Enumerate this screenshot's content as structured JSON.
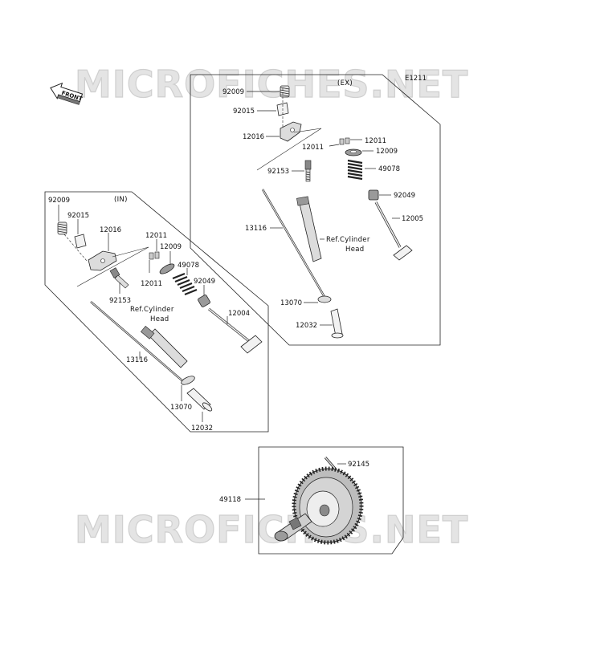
{
  "watermark": {
    "text": "MICROFICHES.NET"
  },
  "front_arrow": {
    "label": "FRONT"
  },
  "figure_code": "E1211",
  "exhaust_group": {
    "title": "(EX)",
    "ref_label_line1": "Ref.Cylinder",
    "ref_label_line2": "Head",
    "parts": {
      "p92009": "92009",
      "p92015": "92015",
      "p12016": "12016",
      "p12011a": "12011",
      "p12011b": "12011",
      "p12009": "12009",
      "p49078": "49078",
      "p92153": "92153",
      "p92049": "92049",
      "p13116": "13116",
      "p12005": "12005",
      "p13070": "13070",
      "p12032": "12032"
    }
  },
  "intake_group": {
    "title": "(IN)",
    "ref_label_line1": "Ref.Cylinder",
    "ref_label_line2": "Head",
    "parts": {
      "p92009": "92009",
      "p92015": "92015",
      "p12016": "12016",
      "p12011a": "12011",
      "p12011b": "12011",
      "p12009": "12009",
      "p49078": "49078",
      "p92049": "92049",
      "p92153": "92153",
      "p12004": "12004",
      "p13116": "13116",
      "p13070": "13070",
      "p12032": "12032"
    }
  },
  "camshaft_group": {
    "parts": {
      "p92145": "92145",
      "p49118": "49118"
    }
  }
}
